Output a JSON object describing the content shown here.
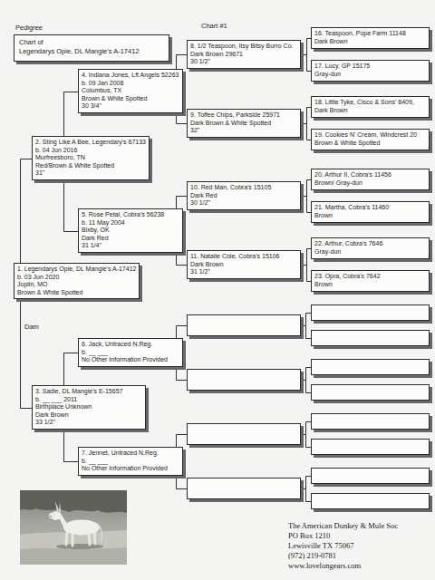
{
  "diagram": {
    "title": "Pedigree",
    "nodes": [
      {
        "text": [
          "Chart of",
          "Legendarys Opie, DL Mangie's A-17412"
        ]
      },
      {
        "text": [
          "1. Legendarys Opie, DL Mangie's A-17412",
          "b. 03 Jun 2020",
          "Joplin, MO",
          "Brown & White Spotted"
        ]
      },
      {
        "text": [
          "2. Sting Like A Bee, Legendary's 67133",
          "b. 04 Jun 2016",
          "Murfreesboro, TN",
          "Red/Brown & White Spotted",
          "31\""
        ]
      },
      {
        "text": [
          "3. Sadie, DL Mangie's E-15657",
          "b. __ ___ 2011",
          "Birthplace Unknown",
          "Dark Brown",
          "33 1/2\""
        ]
      },
      {
        "text": [
          "4. Indiana Jones, Lft Angels 52263",
          "b. 09 Jan 2008",
          "Columbus, TX",
          "Brown & White Spotted",
          "30 3/4\""
        ]
      },
      {
        "text": [
          "5. Rose Petal, Cobra's 56238",
          "b. 11 May 2004",
          "Bixby, OK",
          "Dark Red",
          "31 1/4\""
        ]
      },
      {
        "text": [
          "6. Jack, Untraced N.Reg.",
          "b. __ ___",
          "No Other Information Provided"
        ]
      },
      {
        "text": [
          "7. Jennet, Untraced N.Reg.",
          "b. __ ___",
          "No Other Information Provided"
        ]
      },
      {
        "text": [
          "8. 1/2 Teaspoon, Itsy Bitsy Burro Co.",
          "Dark Brown 29671",
          "30 1/2\""
        ]
      },
      {
        "text": [
          "9. Toffee Chips, Parkside 25971",
          "Dark Brown & White Spotted",
          "32\""
        ]
      },
      {
        "text": [
          "10. Red Man, Cobra's 15105",
          "Dark Red",
          "30 1/2\""
        ]
      },
      {
        "text": [
          "11. Natalie Cole, Cobra's 15106",
          "Dark Brown",
          "31 1/2\""
        ]
      },
      {
        "text": [
          "16. Teaspoon, Pope Farm 11148",
          "Dark Brown"
        ]
      },
      {
        "text": [
          "17. Lucy, GP 15175",
          "Gray-dun"
        ]
      },
      {
        "text": [
          "18. Little Tyke, Cisco & Sons' 8409,",
          "Dark Brown"
        ]
      },
      {
        "text": [
          "19. Cookies N' Cream, Windcrest 20",
          "Brown & White Spotted"
        ]
      },
      {
        "text": [
          "20. Arthur II, Cobra's 11456",
          "Brown/ Gray-dun"
        ]
      },
      {
        "text": [
          "21. Martha, Cobra's 11460",
          "Brown"
        ]
      },
      {
        "text": [
          "22. Arthur, Cobra's 7646",
          "Gray-dun"
        ]
      },
      {
        "text": [
          "23. Opra, Cobra's 7642",
          "Brown"
        ]
      }
    ],
    "edges": [
      {
        "from": 1,
        "to": 2,
        "arrow": "none"
      },
      {
        "from": 1,
        "to": 3,
        "arrow": "none"
      },
      {
        "from": 2,
        "to": 4,
        "arrow": "none"
      },
      {
        "from": 2,
        "to": 5,
        "arrow": "none"
      },
      {
        "from": 3,
        "to": 6,
        "arrow": "none"
      },
      {
        "from": 3,
        "to": 7,
        "arrow": "none"
      },
      {
        "from": 4,
        "to": 8,
        "arrow": "none"
      },
      {
        "from": 4,
        "to": 9,
        "arrow": "none"
      },
      {
        "from": 5,
        "to": 10,
        "arrow": "none"
      },
      {
        "from": 5,
        "to": 11,
        "arrow": "none"
      },
      {
        "from": 8,
        "to": 12,
        "arrow": "none"
      },
      {
        "from": 8,
        "to": 13,
        "arrow": "none"
      },
      {
        "from": 9,
        "to": 14,
        "arrow": "none"
      },
      {
        "from": 9,
        "to": 15,
        "arrow": "none"
      },
      {
        "from": 10,
        "to": 16,
        "arrow": "none"
      },
      {
        "from": 10,
        "to": 17,
        "arrow": "none"
      },
      {
        "from": 11,
        "to": 18,
        "arrow": "none"
      },
      {
        "from": 11,
        "to": 19,
        "arrow": "none"
      }
    ],
    "labels": [
      "Chart #1",
      "Dam",
      "The American Donkey & Mule Soc",
      "PO Box 1210",
      "Lewisville TX 75067",
      "(972) 219-0781",
      "www.lovelongears.com"
    ]
  }
}
